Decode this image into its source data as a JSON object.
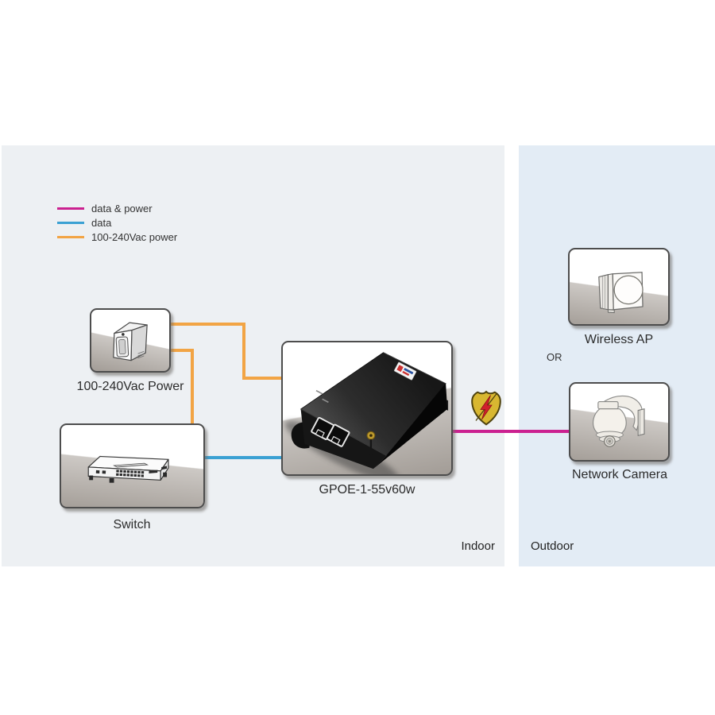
{
  "legend": {
    "items": [
      {
        "label": "data & power",
        "color": "#cb2190"
      },
      {
        "label": "data",
        "color": "#3ba1d3"
      },
      {
        "label": "100-240Vac power",
        "color": "#f2a444"
      }
    ]
  },
  "zones": {
    "indoor": {
      "label": "Indoor",
      "bg": "#edf0f3"
    },
    "outdoor": {
      "label": "Outdoor",
      "bg": "#e3ecf5"
    }
  },
  "nodes": {
    "power": {
      "label": "100-240Vac Power"
    },
    "switch": {
      "label": "Switch"
    },
    "injector": {
      "label": "GPOE-1-55v60w"
    },
    "wireless_ap": {
      "label": "Wireless AP"
    },
    "camera": {
      "label": "Network Camera"
    }
  },
  "or_separator": "OR",
  "connections": [
    {
      "from": "100-240Vac Power",
      "to": "GPOE-1-55v60w",
      "type": "100-240Vac power"
    },
    {
      "from": "100-240Vac Power",
      "to": "Switch",
      "type": "100-240Vac power"
    },
    {
      "from": "Switch",
      "to": "GPOE-1-55v60w",
      "type": "data"
    },
    {
      "from": "GPOE-1-55v60w",
      "to": "Network Camera",
      "type": "data & power"
    }
  ],
  "icons": {
    "surge_protection": "shield-lightning-icon",
    "power": "power-supply-icon",
    "switch": "rack-switch-icon",
    "injector": "poe-injector-photo",
    "wireless_ap": "wireless-ap-icon",
    "camera": "dome-camera-icon"
  }
}
